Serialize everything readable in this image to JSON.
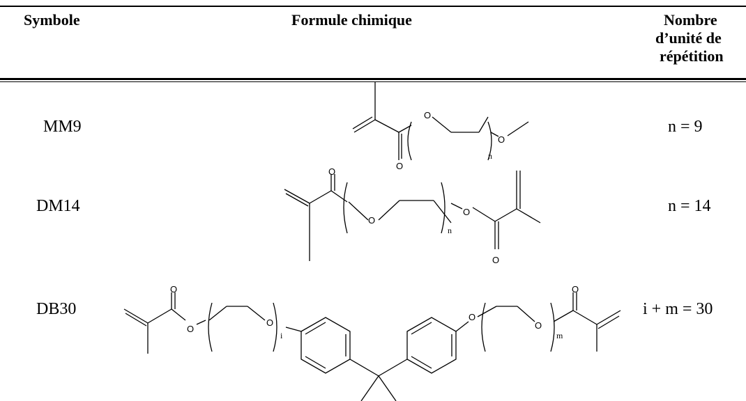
{
  "table": {
    "headers": {
      "symbol": "Symbole",
      "formula": "Formule chimique",
      "repeat_line1": "Nombre",
      "repeat_line2": "d’unité de",
      "repeat_line3": "répétition"
    },
    "rows": [
      {
        "symbol": "MM9",
        "repeat": "n = 9",
        "formula_icon": "mm9-structure-icon"
      },
      {
        "symbol": "DM14",
        "repeat": "n = 14",
        "formula_icon": "dm14-structure-icon"
      },
      {
        "symbol": "DB30",
        "repeat": "i + m = 30",
        "formula_icon": "db30-structure-icon"
      }
    ],
    "formula_labels": {
      "oxygen": "O",
      "sub_n": "n",
      "sub_i": "i",
      "sub_m": "m"
    }
  }
}
